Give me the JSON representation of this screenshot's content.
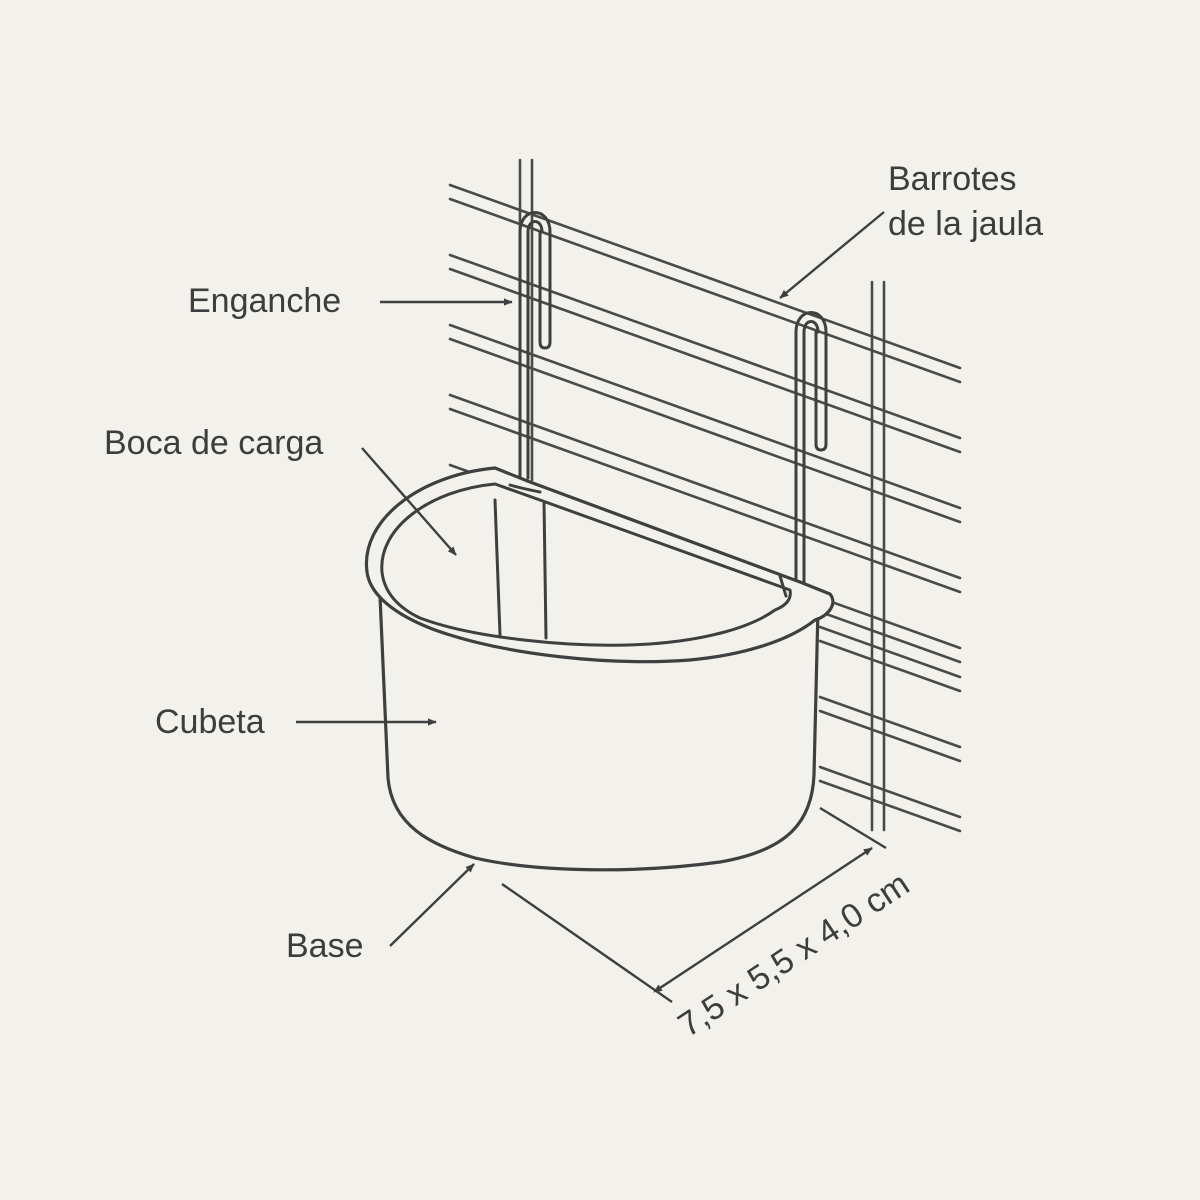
{
  "labels": {
    "bars_line1": "Barrotes",
    "bars_line2": "de la jaula",
    "hook": "Enganche",
    "mouth": "Boca de carga",
    "bowl": "Cubeta",
    "base": "Base",
    "dimensions": "7,5 x 5,5 x 4,0 cm"
  },
  "colors": {
    "background": "#f3f1ec",
    "line": "#3f3f3f",
    "text": "#3d3d3d"
  }
}
